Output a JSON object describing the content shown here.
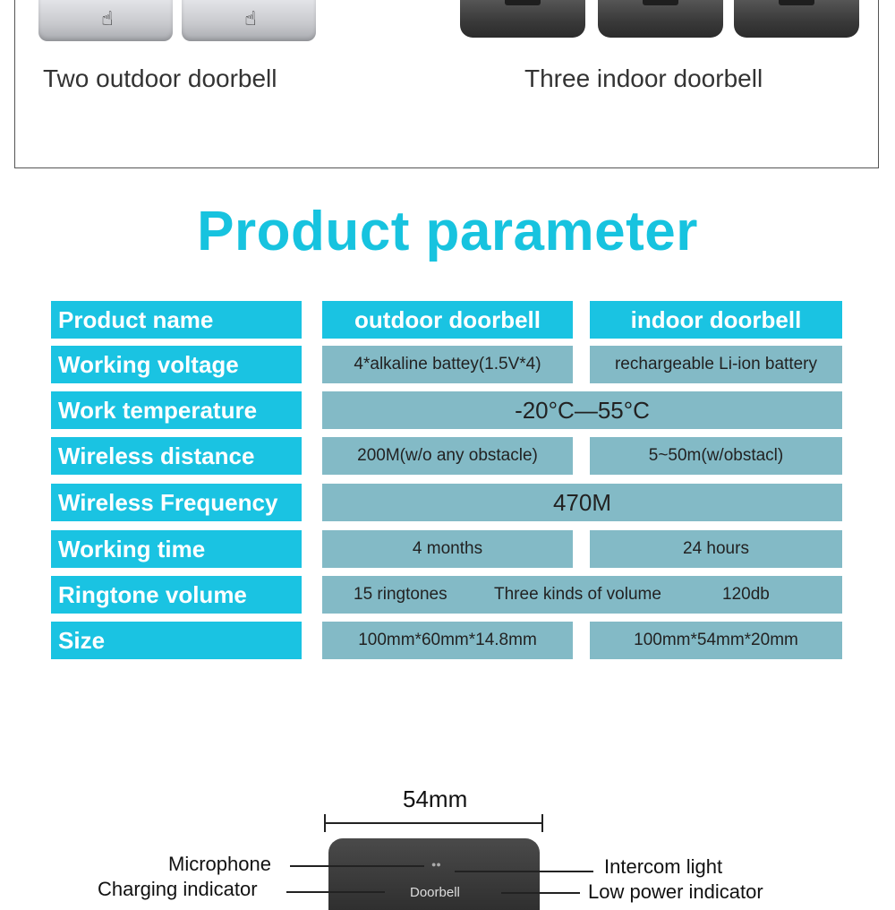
{
  "products": {
    "outdoor_caption": "Two outdoor doorbell",
    "indoor_caption": "Three indoor doorbell"
  },
  "section_title": "Product parameter",
  "table": {
    "header": {
      "label": "Product name",
      "col_a": "outdoor doorbell",
      "col_b": "indoor doorbell"
    },
    "rows": [
      {
        "label": "Working voltage",
        "col_a": "4*alkaline battey(1.5V*4)",
        "col_b": "rechargeable Li-ion battery"
      },
      {
        "label": "Work temperature",
        "merged": "-20°C—55°C"
      },
      {
        "label": "Wireless distance",
        "col_a": "200M(w/o any obstacle)",
        "col_b": "5~50m(w/obstacl)"
      },
      {
        "label": "Wireless Frequency",
        "merged": "470M"
      },
      {
        "label": "Working time",
        "col_a": "4 months",
        "col_b": "24 hours"
      },
      {
        "label": "Ringtone volume",
        "parts": [
          "15 ringtones",
          "Three kinds of volume",
          "120db"
        ]
      },
      {
        "label": "Size",
        "col_a": "100mm*60mm*14.8mm",
        "col_b": "100mm*54mm*20mm"
      }
    ]
  },
  "diagram": {
    "width_label": "54mm",
    "device_text": "Doorbell",
    "labels": {
      "microphone": "Microphone",
      "charging_indicator": "Charging indicator",
      "intercom_light": "Intercom light",
      "low_power_indicator": "Low power indicator"
    }
  },
  "colors": {
    "title": "#17c3df",
    "label_bg": "#1ac3e2",
    "value_bg": "#83bac6"
  }
}
